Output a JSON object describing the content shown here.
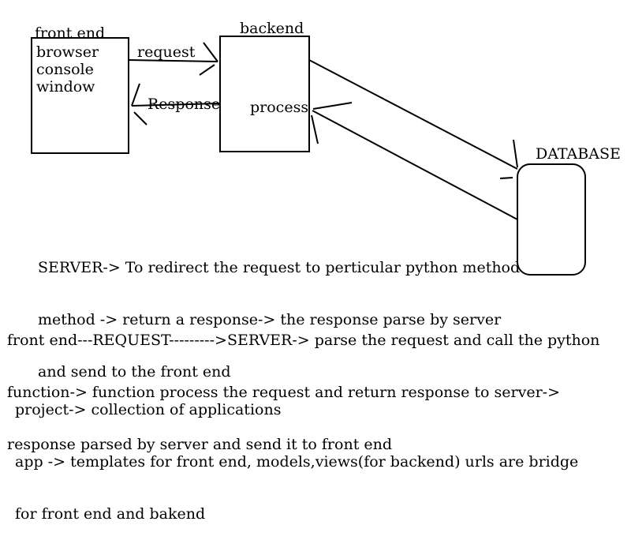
{
  "frontend": {
    "title": "front end",
    "lines": [
      "browser",
      "console",
      "window"
    ]
  },
  "backend": {
    "title": "backend",
    "inner": "process"
  },
  "database": {
    "title": "DATABASE"
  },
  "arrows": {
    "request": "request",
    "response": "Response"
  },
  "notes": {
    "server": [
      "SERVER-> To redirect the request to perticular python method",
      "method -> return a response-> the response parse by server",
      "and send to the front end"
    ],
    "flow": [
      "front end---REQUEST--------->SERVER-> parse the request and call the python",
      "function-> function process the request and return response to server->",
      "response parsed by server and send it to front end"
    ],
    "project": [
      "project-> collection of applications",
      "app -> templates for front end, models,views(for backend) urls are bridge",
      "for front end and bakend"
    ]
  }
}
